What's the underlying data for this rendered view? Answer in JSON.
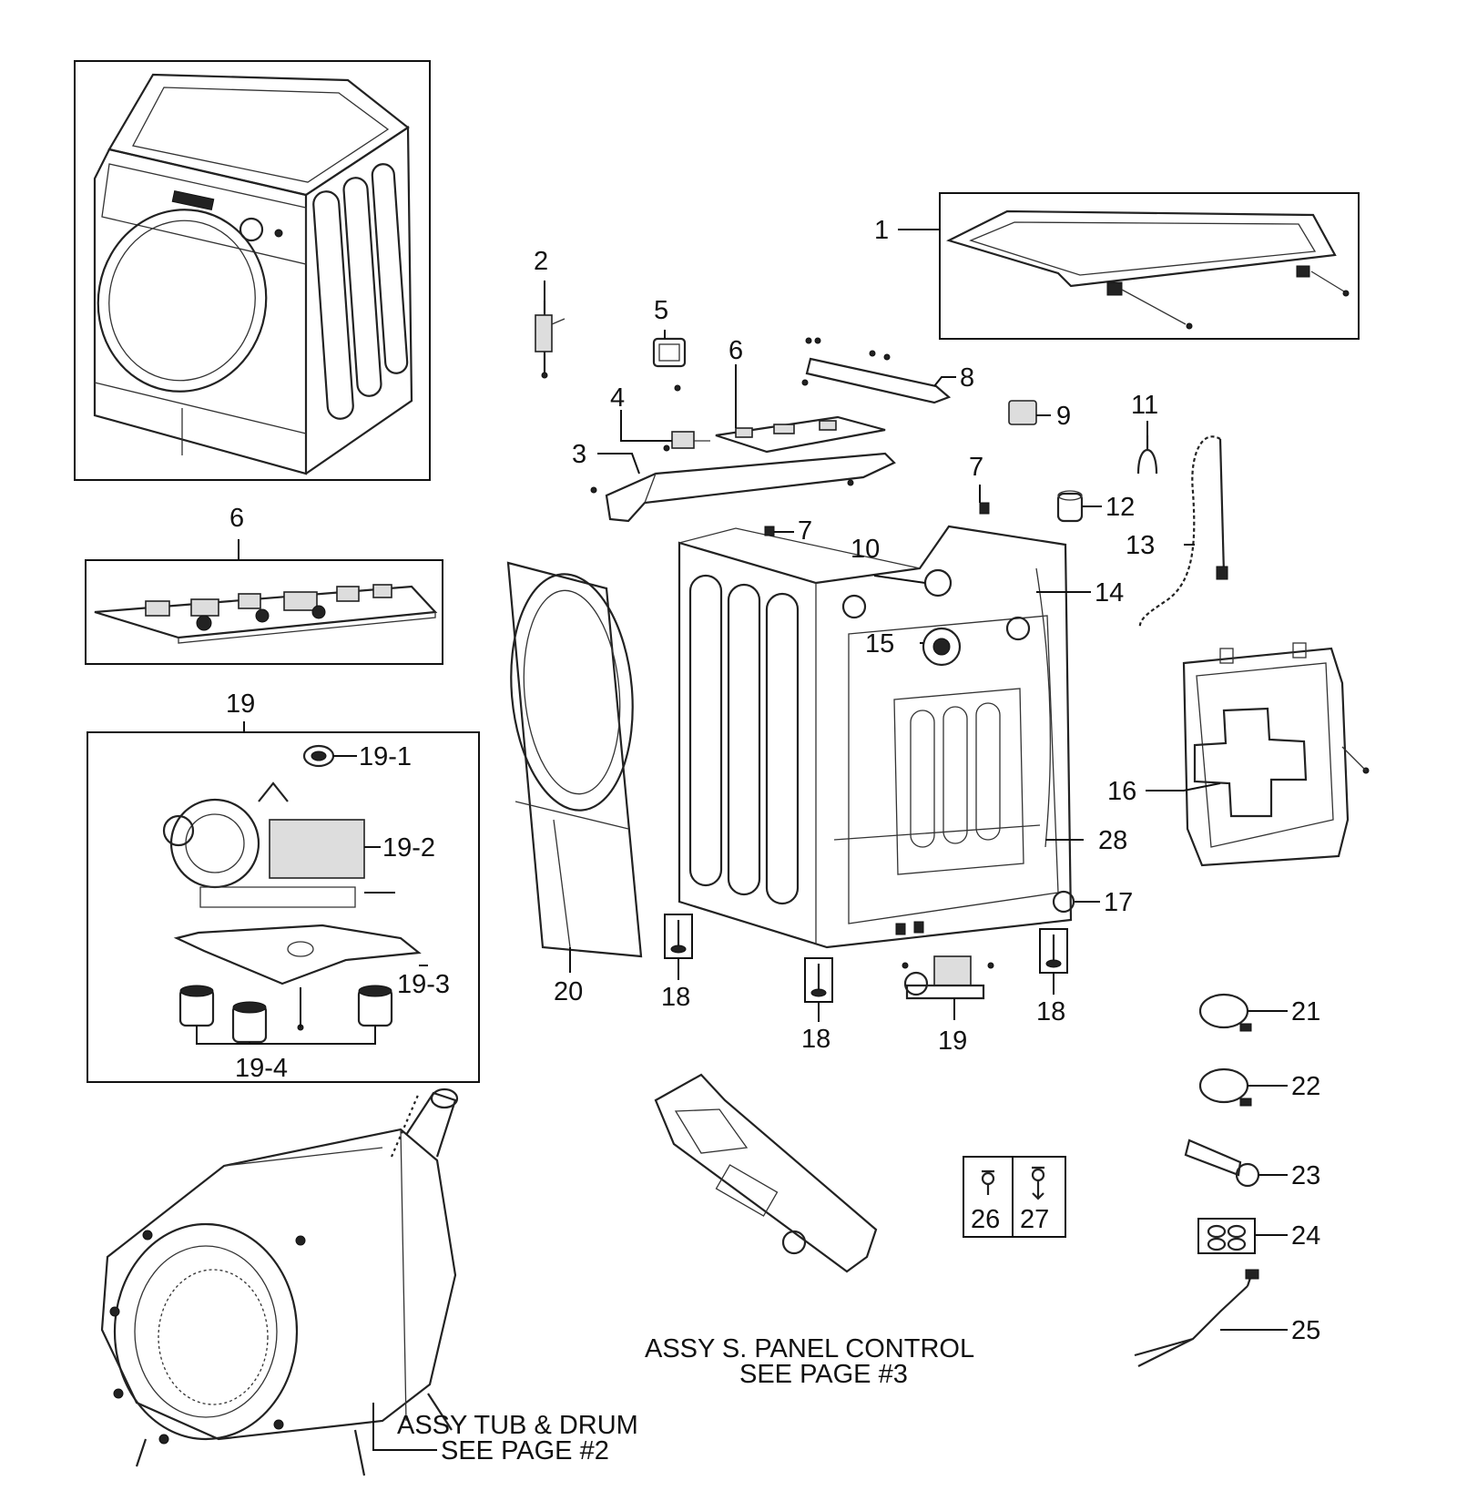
{
  "labels": {
    "l1": "1",
    "l2": "2",
    "l3": "3",
    "l4": "4",
    "l5": "5",
    "l6a": "6",
    "l6b": "6",
    "l7a": "7",
    "l7b": "7",
    "l8": "8",
    "l9": "9",
    "l10": "10",
    "l11": "11",
    "l12": "12",
    "l13": "13",
    "l14": "14",
    "l15": "15",
    "l16": "16",
    "l17": "17",
    "l18a": "18",
    "l18b": "18",
    "l18c": "18",
    "l19a": "19",
    "l19b": "19",
    "l19_1": "19-1",
    "l19_2": "19-2",
    "l19_3": "19-3",
    "l19_4": "19-4",
    "l20": "20",
    "l21": "21",
    "l22": "22",
    "l23": "23",
    "l24": "24",
    "l25": "25",
    "l26": "26",
    "l27": "27",
    "l28": "28"
  },
  "notes": {
    "panel_line1": "ASSY S. PANEL CONTROL",
    "panel_line2": "SEE PAGE #3",
    "tub_line1": "ASSY TUB & DRUM",
    "tub_line2": "SEE PAGE #2"
  }
}
